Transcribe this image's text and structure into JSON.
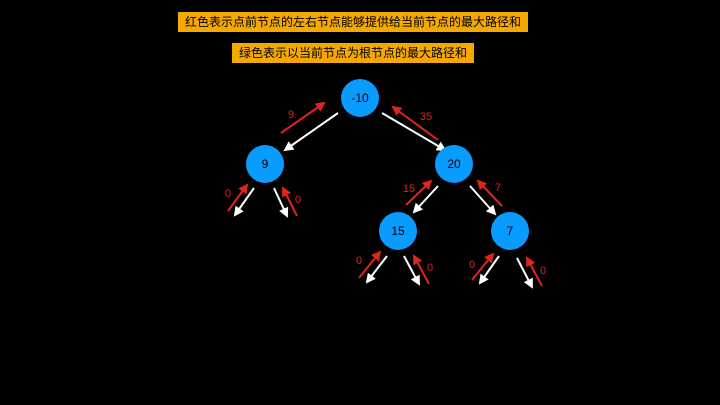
{
  "banners": {
    "red_legend": "红色表示点前节点的左右节点能够提供给当前节点的最大路径和",
    "green_legend": "绿色表示以当前节点为根节点的最大路径和"
  },
  "colors": {
    "node": "#0a9bff",
    "banner": "#f5a800",
    "arrow_red": "#e0251b",
    "arrow_white": "#ffffff",
    "background": "#000000"
  },
  "tree": {
    "nodes": [
      {
        "id": "root",
        "value": "-10"
      },
      {
        "id": "left",
        "value": "9"
      },
      {
        "id": "right",
        "value": "20"
      },
      {
        "id": "right_left",
        "value": "15"
      },
      {
        "id": "right_right",
        "value": "7"
      }
    ],
    "edge_labels": {
      "left_to_root": "9",
      "right_to_root": "35",
      "left_null_left": "0",
      "left_null_right": "0",
      "rl_to_right": "15",
      "rr_to_right": "7",
      "rl_null_left": "0",
      "rl_null_right": "0",
      "rr_null_left": "0",
      "rr_null_right": "0"
    }
  }
}
